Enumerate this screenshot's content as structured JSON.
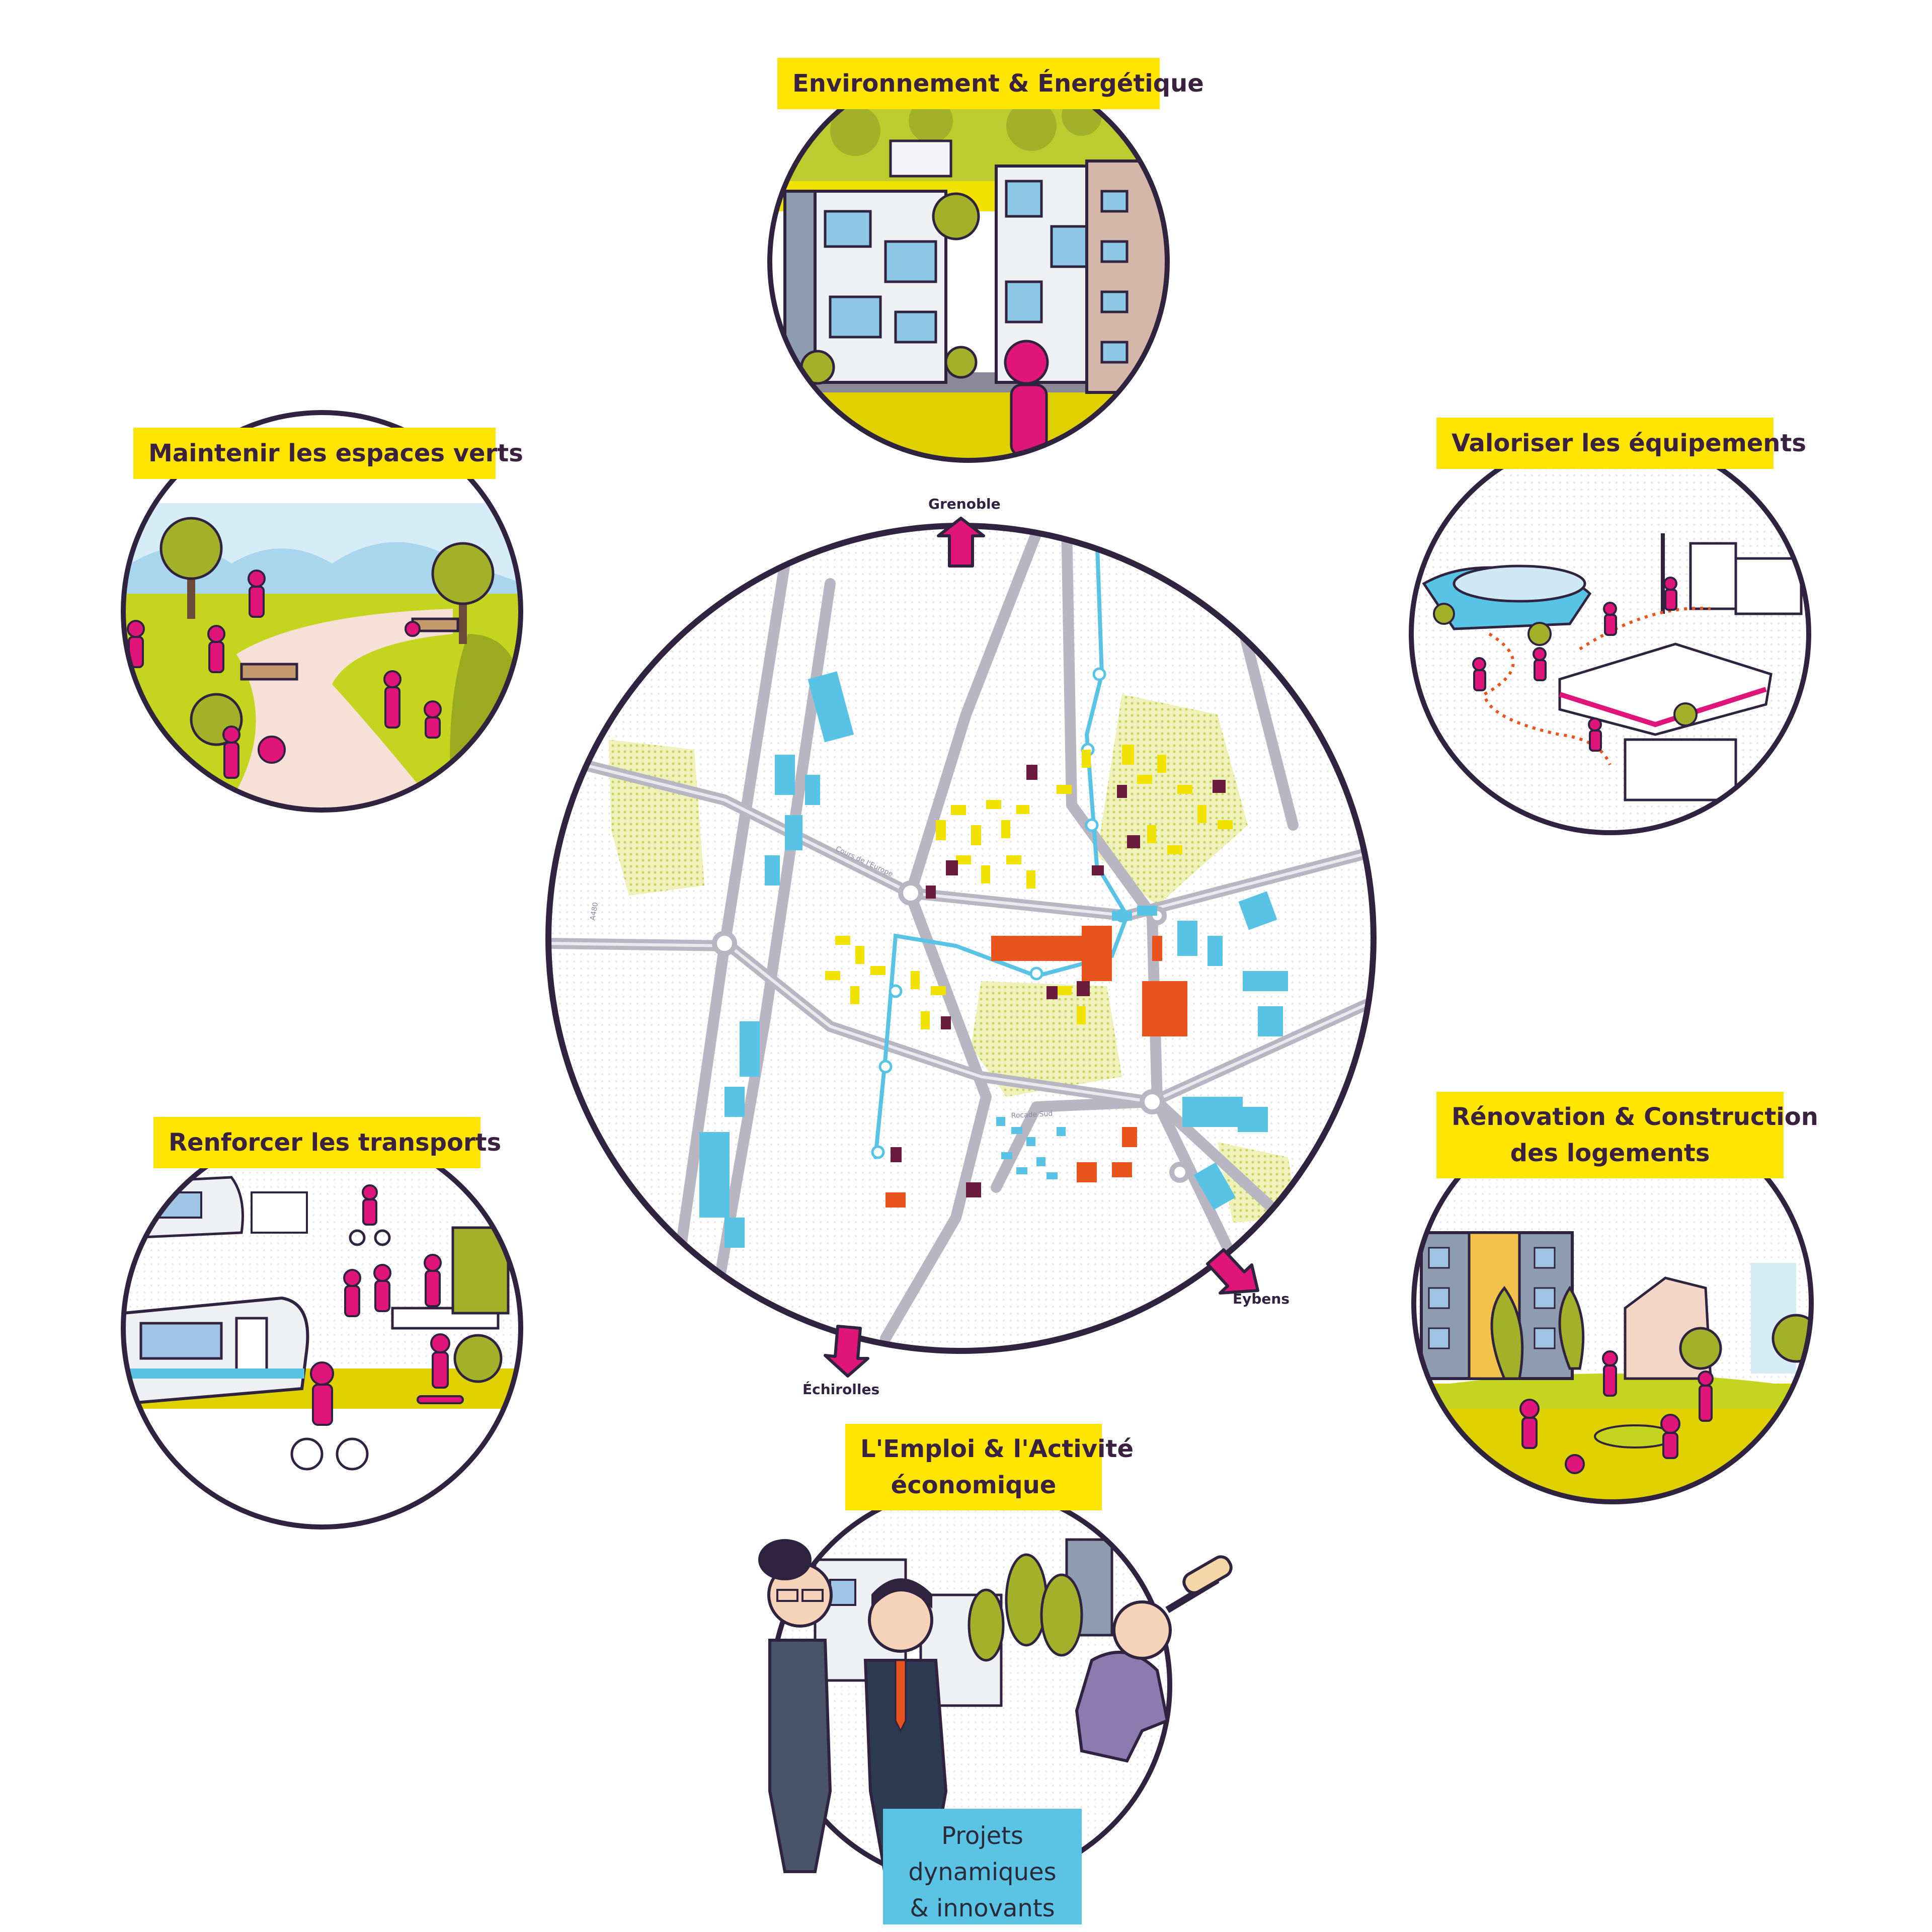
{
  "themes": {
    "environnement": "Environnement & Énergétique",
    "espaces_verts": "Maintenir les espaces verts",
    "equipements": "Valoriser les équipements",
    "transports": "Renforcer les transports",
    "logements": [
      "Rénovation & Construction",
      "des logements"
    ],
    "emploi": [
      "L'Emploi & l'Activité",
      "économique"
    ]
  },
  "map": {
    "directions": {
      "north": "Grenoble",
      "south": "Échirolles",
      "southeast": "Eybens"
    },
    "road_labels": [
      "Rocade Sud",
      "Cours de l'Europe",
      "A480"
    ]
  },
  "callout": [
    "Projets",
    "dynamiques",
    "& innovants"
  ],
  "colors": {
    "accent_yellow": "#ffe500",
    "magenta": "#e0157a",
    "outline_purple": "#2f2340",
    "housing_yellow": "#f2e200",
    "activity_blue": "#59c3e6",
    "equipment_orange": "#e8531e",
    "dark_plum": "#6b1c3c",
    "green_space": "#d7e08a",
    "callout_blue": "#5bc4e4"
  }
}
